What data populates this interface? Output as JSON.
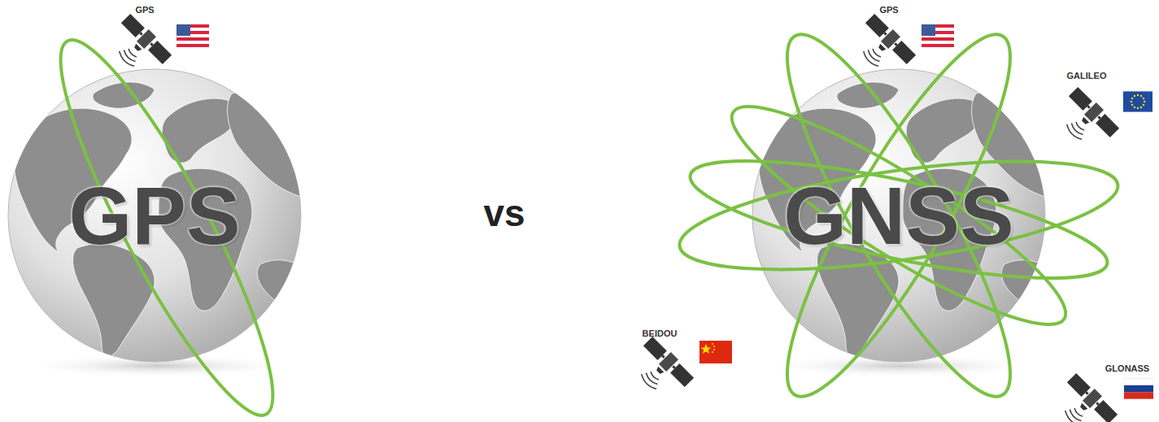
{
  "diagram": {
    "nodes": [
      {
        "text": [
          "GPS"
        ]
      },
      {
        "text": [
          "GNSS"
        ]
      }
    ],
    "labels": [
      "GPS",
      "vs",
      "GPS",
      "GALILEO",
      "BEIDOU",
      "GLONASS"
    ]
  }
}
